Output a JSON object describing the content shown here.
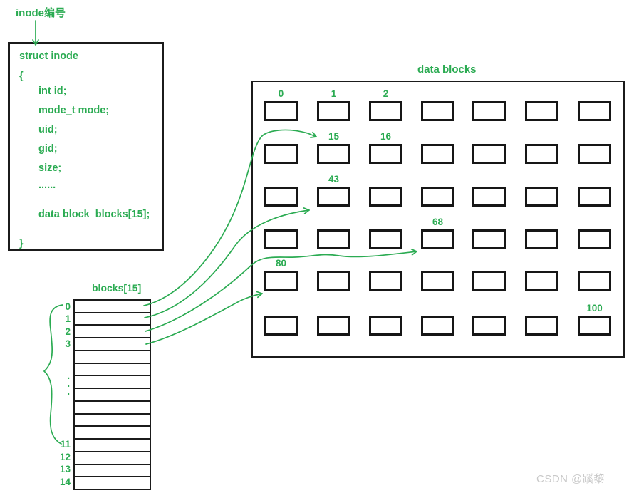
{
  "colors": {
    "green": "#2BAB52",
    "black": "#1b1b1b",
    "watermark": "#c9c9c9"
  },
  "inode_pointer_label": "inode编号",
  "struct_box": {
    "lines": [
      "struct inode",
      "{",
      "int id;",
      "mode_t mode;",
      "uid;",
      "gid;",
      "size;",
      "......",
      "data block  blocks[15];",
      "}"
    ]
  },
  "blocks_array": {
    "title": "blocks[15]",
    "row_count": 15,
    "index_labels": [
      {
        "row": 0,
        "text": "0"
      },
      {
        "row": 1,
        "text": "1"
      },
      {
        "row": 2,
        "text": "2"
      },
      {
        "row": 3,
        "text": "3"
      },
      {
        "row": 11,
        "text": "11"
      },
      {
        "row": 12,
        "text": "12"
      },
      {
        "row": 13,
        "text": "13"
      },
      {
        "row": 14,
        "text": "14"
      }
    ],
    "ellipsis_dots": [
      "·",
      "·",
      "·"
    ]
  },
  "data_blocks": {
    "title": "data blocks",
    "columns": 7,
    "rows": 6,
    "labels": [
      {
        "row": 0,
        "col": 0,
        "text": "0"
      },
      {
        "row": 0,
        "col": 1,
        "text": "1"
      },
      {
        "row": 0,
        "col": 2,
        "text": "2"
      },
      {
        "row": 1,
        "col": 1,
        "text": "15"
      },
      {
        "row": 1,
        "col": 2,
        "text": "16"
      },
      {
        "row": 2,
        "col": 1,
        "text": "43"
      },
      {
        "row": 3,
        "col": 3,
        "text": "68"
      },
      {
        "row": 4,
        "col": 0,
        "text": "80"
      },
      {
        "row": 5,
        "col": 6,
        "text": "100"
      }
    ]
  },
  "mappings": [
    {
      "from": "blocks[0]",
      "to_data_block": "15"
    },
    {
      "from": "blocks[1]",
      "to_data_block": "43"
    },
    {
      "from": "blocks[2]",
      "to_data_block": "68"
    },
    {
      "from": "blocks[3]",
      "to_data_block": "80"
    }
  ],
  "watermark": "CSDN @蹊黎"
}
